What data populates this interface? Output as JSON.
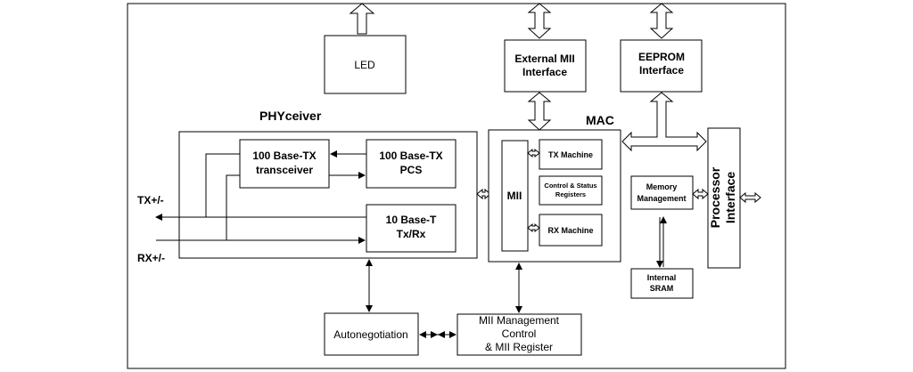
{
  "blocks": {
    "led": "LED",
    "ext_mii_line1": "External MII",
    "ext_mii_line2": "Interface",
    "eeprom_line1": "EEPROM",
    "eeprom_line2": "Interface",
    "phyceiver": "PHYceiver",
    "mac": "MAC",
    "tx100_line1": "100 Base-TX",
    "tx100_line2": "transceiver",
    "pcs100_line1": "100 Base-TX",
    "pcs100_line2": "PCS",
    "base10_line1": "10 Base-T",
    "base10_line2": "Tx/Rx",
    "mii": "MII",
    "tx_machine": "TX Machine",
    "ctrl_status_line1": "Control & Status",
    "ctrl_status_line2": "Registers",
    "rx_machine": "RX Machine",
    "memory_line1": "Memory",
    "memory_line2": "Management",
    "sram_line1": "Internal",
    "sram_line2": "SRAM",
    "processor_line1": "Processor",
    "processor_line2": "Interface",
    "autoneg": "Autonegotiation",
    "mii_mgmt_line1": "MII Management",
    "mii_mgmt_line2": "Control",
    "mii_mgmt_line3": "& MII Register",
    "tx_pins": "TX+/-",
    "rx_pins": "RX+/-"
  }
}
